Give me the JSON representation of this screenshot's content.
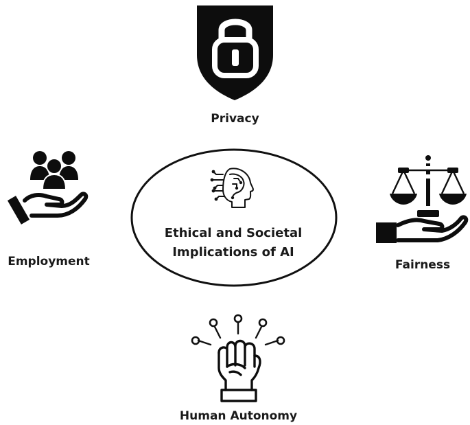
{
  "center": {
    "title_line1": "Ethical and Societal",
    "title_line2": "Implications of AI"
  },
  "nodes": {
    "privacy": {
      "label": "Privacy",
      "icon": "shield-lock-icon"
    },
    "employment": {
      "label": "Employment",
      "icon": "people-in-hand-icon"
    },
    "fairness": {
      "label": "Fairness",
      "icon": "scales-in-hand-icon"
    },
    "autonomy": {
      "label": "Human Autonomy",
      "icon": "raised-fist-icon"
    }
  },
  "colors": {
    "ink": "#0d0d0d",
    "text": "#1a1a1a",
    "background": "#ffffff"
  }
}
